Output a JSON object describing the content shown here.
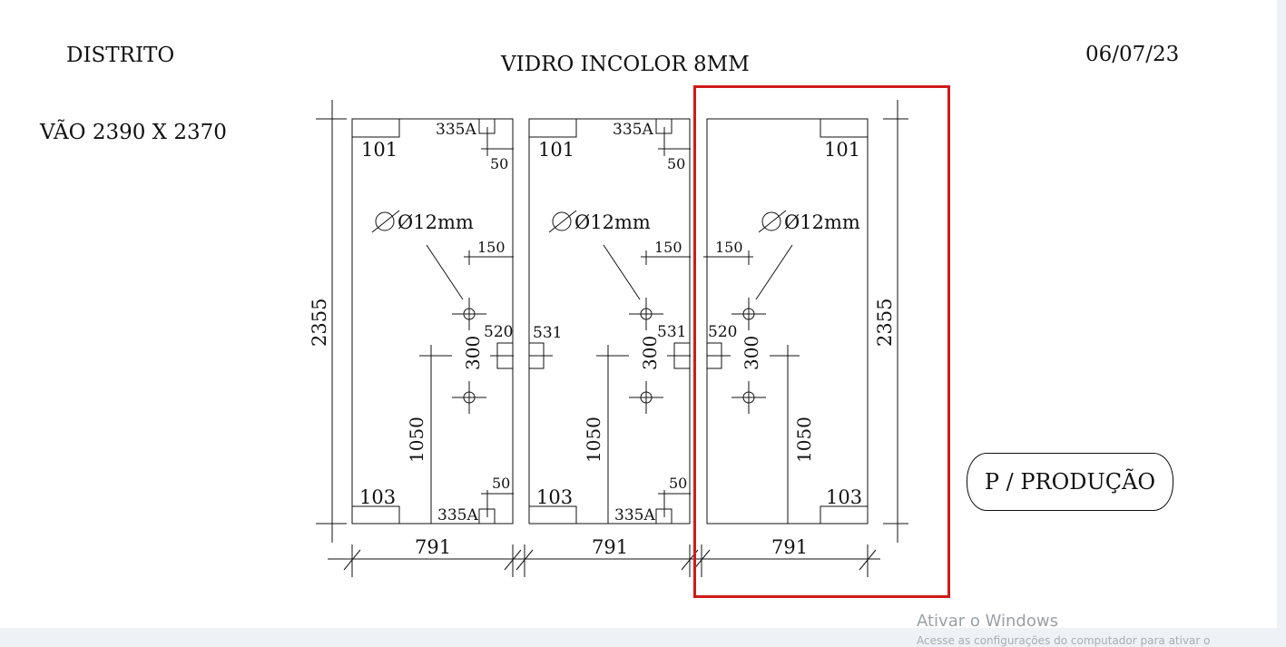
{
  "header": {
    "client": "DISTRITO",
    "material": "VIDRO INCOLOR 8MM",
    "date": "06/07/23",
    "opening": "VÃO 2390 X 2370"
  },
  "badge": "P / PRODUÇÃO",
  "watermark": {
    "title": "Ativar o Windows",
    "subtitle": "Acesse as configurações do computador para ativar o"
  },
  "colors": {
    "highlight": "#d11a1a",
    "ink": "#111111"
  },
  "panels": [
    {
      "id": "panel-1",
      "top_corner": "101",
      "bottom_corner": "103",
      "top_hinge": "335A",
      "bottom_hinge": "335A",
      "hinge_offset_top": "50",
      "hinge_offset_bottom": "50",
      "hole": "Ø12mm",
      "hole_offset": "150",
      "handle_spacing": "300",
      "lock_left": "",
      "lock_right": "520",
      "lock_height": "1050",
      "width": "791"
    },
    {
      "id": "panel-2",
      "top_corner": "101",
      "bottom_corner": "103",
      "top_hinge": "335A",
      "bottom_hinge": "335A",
      "hinge_offset_top": "50",
      "hinge_offset_bottom": "50",
      "hole": "Ø12mm",
      "hole_offset": "150",
      "handle_spacing": "300",
      "lock_left": "531",
      "lock_right": "531",
      "lock_height": "1050",
      "width": "791"
    },
    {
      "id": "panel-3",
      "top_corner": "101",
      "bottom_corner": "103",
      "hole": "Ø12mm",
      "hole_offset": "150",
      "handle_spacing": "300",
      "lock_left": "520",
      "lock_height": "1050",
      "width": "791"
    }
  ],
  "overall_height_left": "2355",
  "overall_height_right": "2355"
}
